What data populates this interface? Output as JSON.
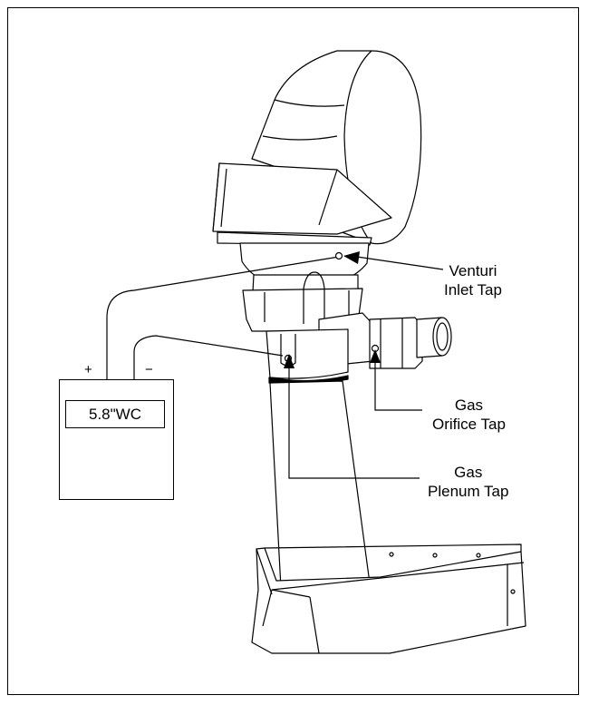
{
  "labels": {
    "venturi_inlet_tap": [
      "Venturi",
      "Inlet Tap"
    ],
    "gas_orifice_tap": [
      "Gas",
      "Orifice Tap"
    ],
    "gas_plenum_tap": [
      "Gas",
      "Plenum Tap"
    ]
  },
  "manometer": {
    "reading": "5.8\"WC",
    "plus_sign": "+",
    "minus_sign": "−"
  },
  "colors": {
    "line": "#000000",
    "background": "#ffffff"
  }
}
